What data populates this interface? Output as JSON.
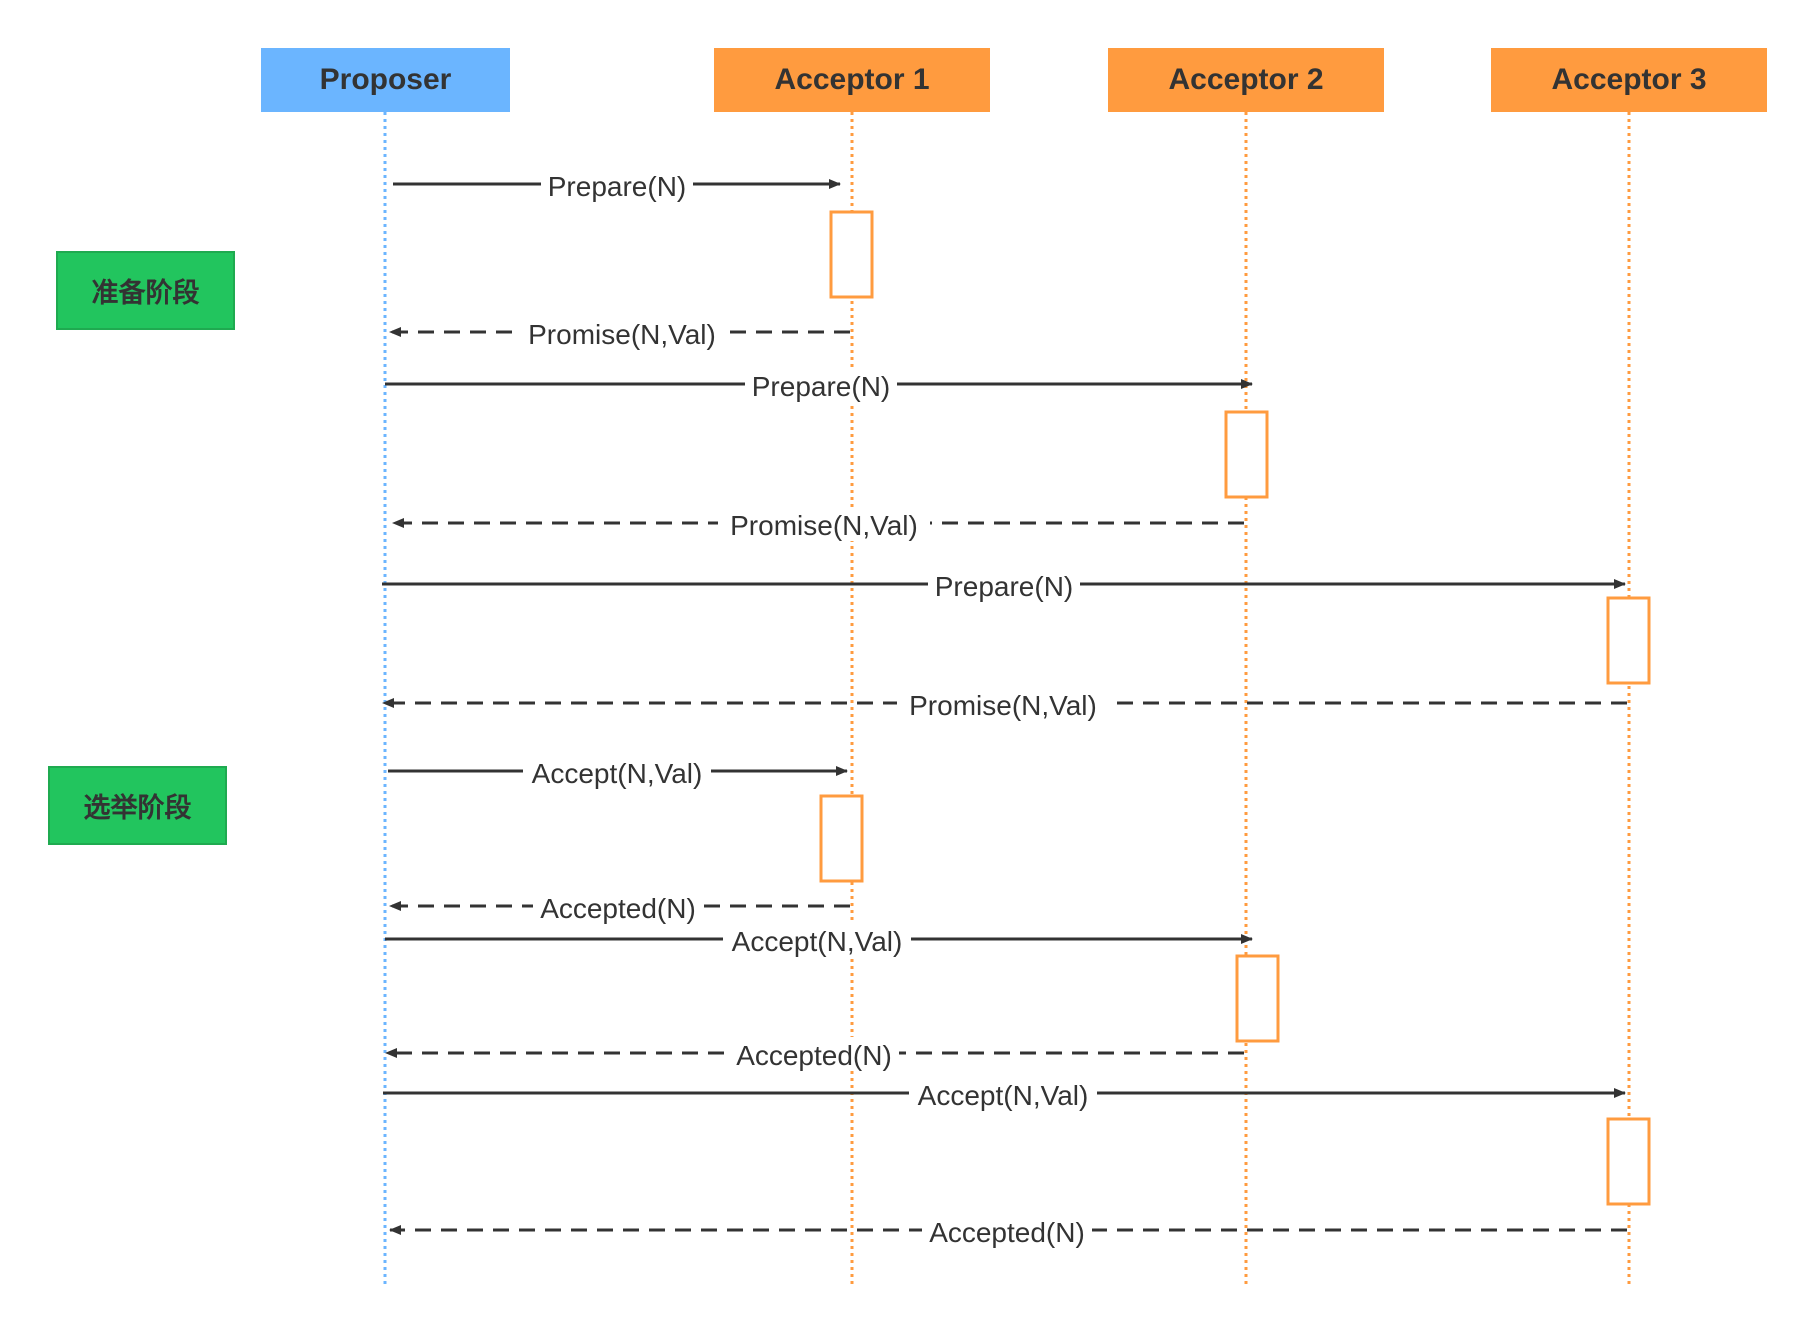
{
  "participants": [
    {
      "id": "proposer",
      "label": "Proposer",
      "color": "#6bb5ff"
    },
    {
      "id": "acceptor1",
      "label": "Acceptor 1",
      "color": "#ff9b3f"
    },
    {
      "id": "acceptor2",
      "label": "Acceptor 2",
      "color": "#ff9b3f"
    },
    {
      "id": "acceptor3",
      "label": "Acceptor 3",
      "color": "#ff9b3f"
    }
  ],
  "phases": [
    {
      "label": "准备阶段",
      "color": "#22c55e"
    },
    {
      "label": "选举阶段",
      "color": "#22c55e"
    }
  ],
  "messages": [
    {
      "from": "proposer",
      "to": "acceptor1",
      "label": "Prepare(N)",
      "style": "solid"
    },
    {
      "from": "acceptor1",
      "to": "proposer",
      "label": "Promise(N,Val)",
      "style": "dashed"
    },
    {
      "from": "proposer",
      "to": "acceptor2",
      "label": "Prepare(N)",
      "style": "solid"
    },
    {
      "from": "acceptor2",
      "to": "proposer",
      "label": "Promise(N,Val)",
      "style": "dashed"
    },
    {
      "from": "proposer",
      "to": "acceptor3",
      "label": "Prepare(N)",
      "style": "solid"
    },
    {
      "from": "acceptor3",
      "to": "proposer",
      "label": "Promise(N,Val)",
      "style": "dashed"
    },
    {
      "from": "proposer",
      "to": "acceptor1",
      "label": "Accept(N,Val)",
      "style": "solid"
    },
    {
      "from": "acceptor1",
      "to": "proposer",
      "label": "Accepted(N)",
      "style": "dashed"
    },
    {
      "from": "proposer",
      "to": "acceptor2",
      "label": "Accept(N,Val)",
      "style": "solid"
    },
    {
      "from": "acceptor2",
      "to": "proposer",
      "label": "Accepted(N)",
      "style": "dashed"
    },
    {
      "from": "proposer",
      "to": "acceptor3",
      "label": "Accept(N,Val)",
      "style": "solid"
    },
    {
      "from": "acceptor3",
      "to": "proposer",
      "label": "Accepted(N)",
      "style": "dashed"
    }
  ],
  "colors": {
    "line": "#333333",
    "acceptor": "#ff9b3f",
    "proposer": "#6bb5ff"
  }
}
